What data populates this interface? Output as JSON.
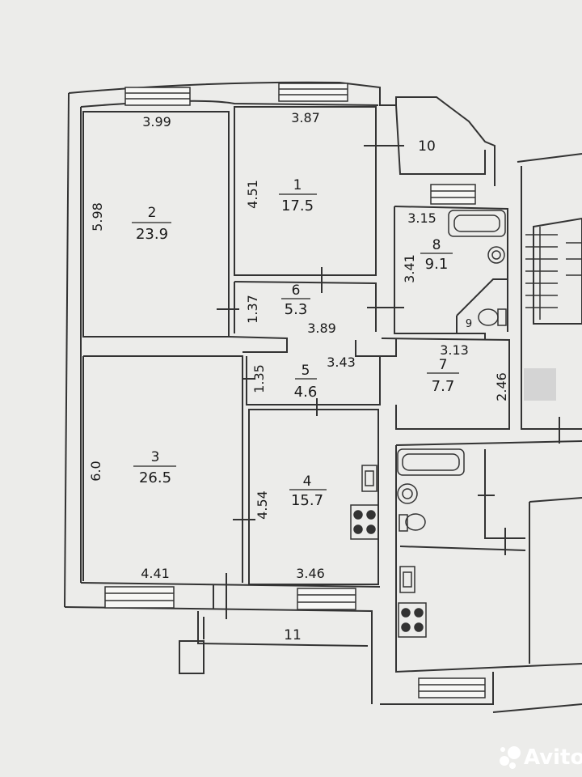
{
  "rooms": [
    {
      "id": "room-1",
      "number": "1",
      "area": "17.5"
    },
    {
      "id": "room-2",
      "number": "2",
      "area": "23.9"
    },
    {
      "id": "room-3",
      "number": "3",
      "area": "26.5"
    },
    {
      "id": "room-4",
      "number": "4",
      "area": "15.7"
    },
    {
      "id": "room-5",
      "number": "5",
      "area": "4.6"
    },
    {
      "id": "room-6",
      "number": "6",
      "area": "5.3"
    },
    {
      "id": "room-7",
      "number": "7",
      "area": "7.7"
    },
    {
      "id": "room-8",
      "number": "8",
      "area": "9.1"
    },
    {
      "id": "room-9",
      "number": "9",
      "area": ""
    },
    {
      "id": "room-10",
      "number": "10",
      "area": ""
    },
    {
      "id": "room-11",
      "number": "11",
      "area": ""
    }
  ],
  "dimensions": {
    "room2_width": "3.99",
    "room2_height": "5.98",
    "room1_width": "3.87",
    "room1_height": "4.51",
    "room8_width": "3.15",
    "room8_height": "3.41",
    "room6_height": "1.37",
    "room6_width": "3.89",
    "room5_width": "3.43",
    "room5_height": "1.35",
    "room7_width": "3.13",
    "room7_height": "2.46",
    "room3_height": "6.0",
    "room3_width": "4.41",
    "room4_height": "4.54",
    "room4_width": "3.46"
  },
  "watermark": {
    "text": "Avito",
    "icon": "avito-logo-icon"
  }
}
